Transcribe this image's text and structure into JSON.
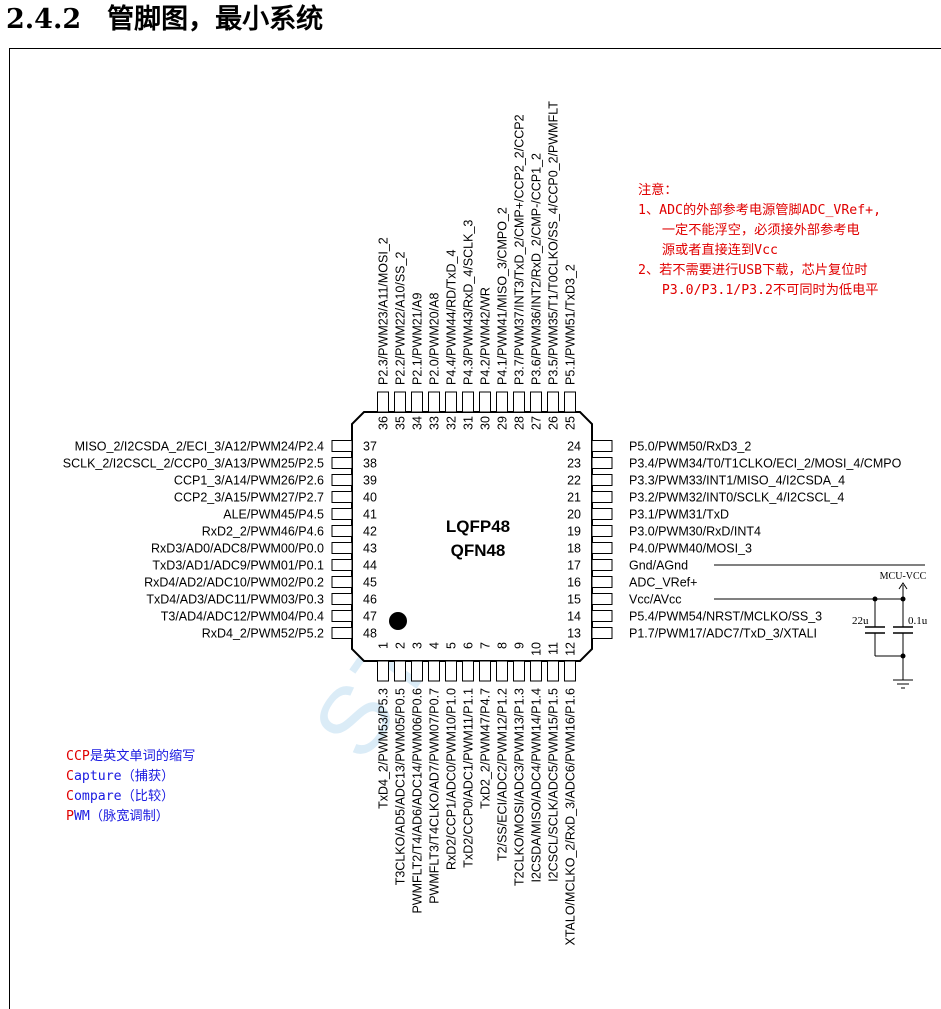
{
  "heading": {
    "number": "2.4.2",
    "title": "管脚图，最小系统"
  },
  "chip": {
    "label_line1": "LQFP48",
    "label_line2": "QFN48"
  },
  "pins": {
    "left": [
      {
        "num": "37",
        "name": "MISO_2/I2CSDA_2/ECI_3/A12/PWM24/P2.4"
      },
      {
        "num": "38",
        "name": "SCLK_2/I2CSCL_2/CCP0_3/A13/PWM25/P2.5"
      },
      {
        "num": "39",
        "name": "CCP1_3/A14/PWM26/P2.6"
      },
      {
        "num": "40",
        "name": "CCP2_3/A15/PWM27/P2.7"
      },
      {
        "num": "41",
        "name": "ALE/PWM45/P4.5"
      },
      {
        "num": "42",
        "name": "RxD2_2/PWM46/P4.6"
      },
      {
        "num": "43",
        "name": "RxD3/AD0/ADC8/PWM00/P0.0"
      },
      {
        "num": "44",
        "name": "TxD3/AD1/ADC9/PWM01/P0.1"
      },
      {
        "num": "45",
        "name": "RxD4/AD2/ADC10/PWM02/P0.2"
      },
      {
        "num": "46",
        "name": "TxD4/AD3/ADC11/PWM03/P0.3"
      },
      {
        "num": "47",
        "name": "T3/AD4/ADC12/PWM04/P0.4"
      },
      {
        "num": "48",
        "name": "RxD4_2/PWM52/P5.2"
      }
    ],
    "right": [
      {
        "num": "24",
        "name": "P5.0/PWM50/RxD3_2"
      },
      {
        "num": "23",
        "name": "P3.4/PWM34/T0/T1CLKO/ECI_2/MOSI_4/CMPO"
      },
      {
        "num": "22",
        "name": "P3.3/PWM33/INT1/MISO_4/I2CSDA_4"
      },
      {
        "num": "21",
        "name": "P3.2/PWM32/INT0/SCLK_4/I2CSCL_4"
      },
      {
        "num": "20",
        "name": "P3.1/PWM31/TxD"
      },
      {
        "num": "19",
        "name": "P3.0/PWM30/RxD/INT4"
      },
      {
        "num": "18",
        "name": "P4.0/PWM40/MOSI_3"
      },
      {
        "num": "17",
        "name": "Gnd/AGnd"
      },
      {
        "num": "16",
        "name": "ADC_VRef+"
      },
      {
        "num": "15",
        "name": "Vcc/AVcc"
      },
      {
        "num": "14",
        "name": "P5.4/PWM54/NRST/MCLKO/SS_3"
      },
      {
        "num": "13",
        "name": "P1.7/PWM17/ADC7/TxD_3/XTALI"
      }
    ],
    "top": [
      {
        "num": "36",
        "name": "P2.3/PWM23/A11/MOSI_2"
      },
      {
        "num": "35",
        "name": "P2.2/PWM22/A10/SS_2"
      },
      {
        "num": "34",
        "name": "P2.1/PWM21/A9"
      },
      {
        "num": "33",
        "name": "P2.0/PWM20/A8"
      },
      {
        "num": "32",
        "name": "P4.4/PWM44/RD/TxD_4"
      },
      {
        "num": "31",
        "name": "P4.3/PWM43/RxD_4/SCLK_3"
      },
      {
        "num": "30",
        "name": "P4.2/PWM42/WR"
      },
      {
        "num": "29",
        "name": "P4.1/PWM41/MISO_3/CMPO_2"
      },
      {
        "num": "28",
        "name": "P3.7/PWM37/INT3/TxD_2/CMP+/CCP2_2/CCP2"
      },
      {
        "num": "27",
        "name": "P3.6/PWM36/INT2/RxD_2/CMP-/CCP1_2"
      },
      {
        "num": "26",
        "name": "P3.5/PWM35/T1/T0CLKO/SS_4/CCP0_2/PWMFLT"
      },
      {
        "num": "25",
        "name": "P5.1/PWM51/TxD3_2"
      }
    ],
    "bottom": [
      {
        "num": "1",
        "name": "TxD4_2/PWM53/P5.3"
      },
      {
        "num": "2",
        "name": "T3CLKO/AD5/ADC13/PWM05/P0.5"
      },
      {
        "num": "3",
        "name": "PWMFLT2/T4/AD6/ADC14/PWM06/P0.6"
      },
      {
        "num": "4",
        "name": "PWMFLT3/T4CLKO/AD7/PWM07/P0.7"
      },
      {
        "num": "5",
        "name": "RxD2/CCP1/ADC0/PWM10/P1.0"
      },
      {
        "num": "6",
        "name": "TxD2/CCP0/ADC1/PWM11/P1.1"
      },
      {
        "num": "7",
        "name": "TxD2_2/PWM47/P4.7"
      },
      {
        "num": "8",
        "name": "T2/SS/ECI/ADC2/PWM12/P1.2"
      },
      {
        "num": "9",
        "name": "T2CLKO/MOSI/ADC3/PWM13/P1.3"
      },
      {
        "num": "10",
        "name": "I2CSDA/MISO/ADC4/PWM14/P1.4"
      },
      {
        "num": "11",
        "name": "I2CSCL/SCLK/ADC5/PWM15/P1.5"
      },
      {
        "num": "12",
        "name": "XTALO/MCLKO_2/RxD_3/ADC6/PWM16/P1.6"
      }
    ]
  },
  "circuit": {
    "vcc_label": "MCU-VCC",
    "cap1": "22u",
    "cap2": "0.1u"
  },
  "notes": {
    "title": "注意：",
    "line1": "1、ADC的外部参考电源管脚ADC_VRef+,",
    "line2": "   一定不能浮空，必须接外部参考电",
    "line3": "   源或者直接连到Vcc",
    "line4": "2、若不需要进行USB下载，芯片复位时",
    "line5": "   P3.0/P3.1/P3.2不可同时为低电平"
  },
  "abbr": [
    {
      "key": "CCP",
      "rest": "是英文单词的缩写"
    },
    {
      "key": "C",
      "rest": "apture（捕获）"
    },
    {
      "key": "C",
      "rest": "ompare（比较）"
    },
    {
      "key": "P",
      "rest": "WM（脉宽调制）"
    }
  ],
  "watermark": "STC",
  "colors": {
    "note": "#e00000",
    "abbr_text": "#1a1ae0",
    "watermark": "#cfe6f5"
  }
}
